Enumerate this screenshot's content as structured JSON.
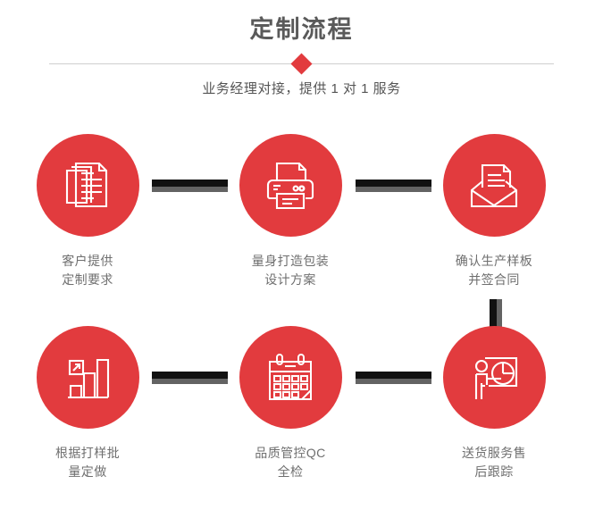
{
  "header": {
    "title": "定制流程",
    "subtitle": "业务经理对接，提供 1 对 1 服务",
    "diamond_icon": "diamond-marker-icon"
  },
  "theme": {
    "accent_red": "#E23B3E",
    "title_gray": "#5A5A5A",
    "label_gray": "#6F6F6F",
    "connector_dark": "#111111",
    "connector_shadow": "#636363",
    "divider_gray": "#CFCFCF",
    "background": "#FFFFFF"
  },
  "flow": {
    "rows": [
      {
        "steps": [
          {
            "icon": "documents-stack-icon",
            "line1": "客户提供",
            "line2": "定制要求"
          },
          {
            "icon": "printer-icon",
            "line1": "量身打造包装",
            "line2": "设计方案"
          },
          {
            "icon": "envelope-document-icon",
            "line1": "确认生产样板",
            "line2": "并签合同"
          }
        ]
      },
      {
        "steps": [
          {
            "icon": "bar-chart-growth-icon",
            "line1": "根据打样批",
            "line2": "量定做"
          },
          {
            "icon": "calendar-icon",
            "line1": "品质管控QC",
            "line2": "全检"
          },
          {
            "icon": "presenter-pie-chart-icon",
            "line1": "送货服务售",
            "line2": "后跟踪"
          }
        ]
      }
    ],
    "connectors": {
      "horizontal_top_1": "connector-bar-horizontal",
      "horizontal_top_2": "connector-bar-horizontal",
      "vertical_right": "connector-bar-vertical",
      "horizontal_bottom_1": "connector-bar-horizontal",
      "horizontal_bottom_2": "connector-bar-horizontal"
    }
  }
}
